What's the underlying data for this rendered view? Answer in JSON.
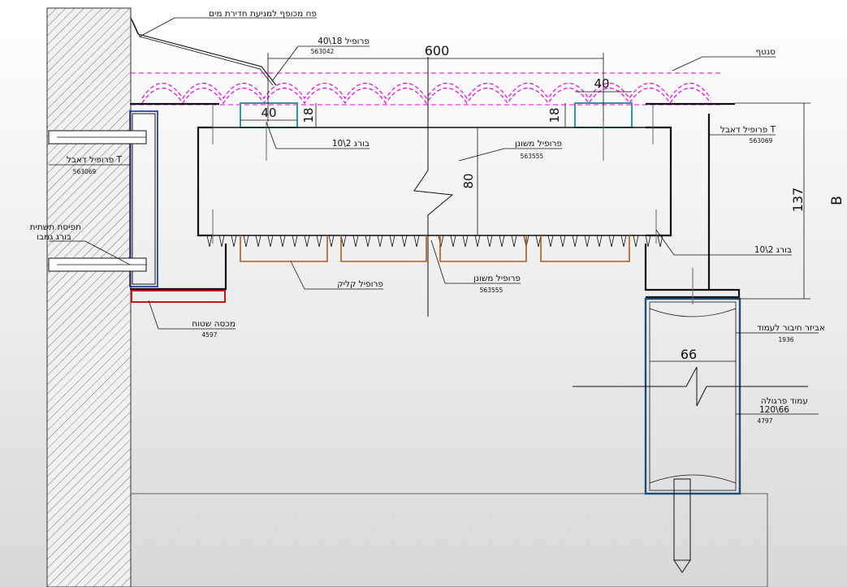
{
  "drawing": {
    "dimensions": {
      "span": "600",
      "profile_width_left": "40",
      "profile_width_right": "40",
      "profile_height_left": "18",
      "profile_height_right": "18",
      "beam_height": "80",
      "total_height": "137",
      "column_width": "66"
    },
    "labels": {
      "flashing": "פח מכופף למניעת חדירת מים",
      "profile_18_40": "פרופיל 18\\40",
      "profile_18_40_code": "563042",
      "roof_sheet": "סנטף",
      "bolt_left": "בורג 2\\10",
      "shaped_profile_top": "פרופיל משונן",
      "shaped_profile_top_code": "563555",
      "double_t_left": "פרופיל דאבל T",
      "double_t_left_code": "563069",
      "double_t_right": "פרופיל דאבל T",
      "double_t_right_code": "563069",
      "anchor_line1": "תפיסת תשתית",
      "anchor_line2": "בורג גמבו",
      "bolt_right": "בורג 2\\10",
      "click_profile": "פרופיל קליק",
      "shaped_profile_bottom": "פרופיל משונן",
      "shaped_profile_bottom_code": "563555",
      "flat_cover": "מכסה שטוח",
      "flat_cover_code": "4597",
      "column_connector": "אביזר חיבור לעמוד",
      "column_connector_code": "1936",
      "pergola_column": "עמוד פרגולה",
      "pergola_column_size": "120\\66",
      "pergola_column_code": "4797",
      "section_mark": "B"
    },
    "colors": {
      "roof_sheet": "#e600e6",
      "profile_18_40": "#2a9d9d",
      "click_profile": "#b5571c",
      "double_t": "#1a2a8c",
      "flat_cover": "#c01818",
      "column": "#1f4b78",
      "wall_hatch": "#555555"
    }
  }
}
